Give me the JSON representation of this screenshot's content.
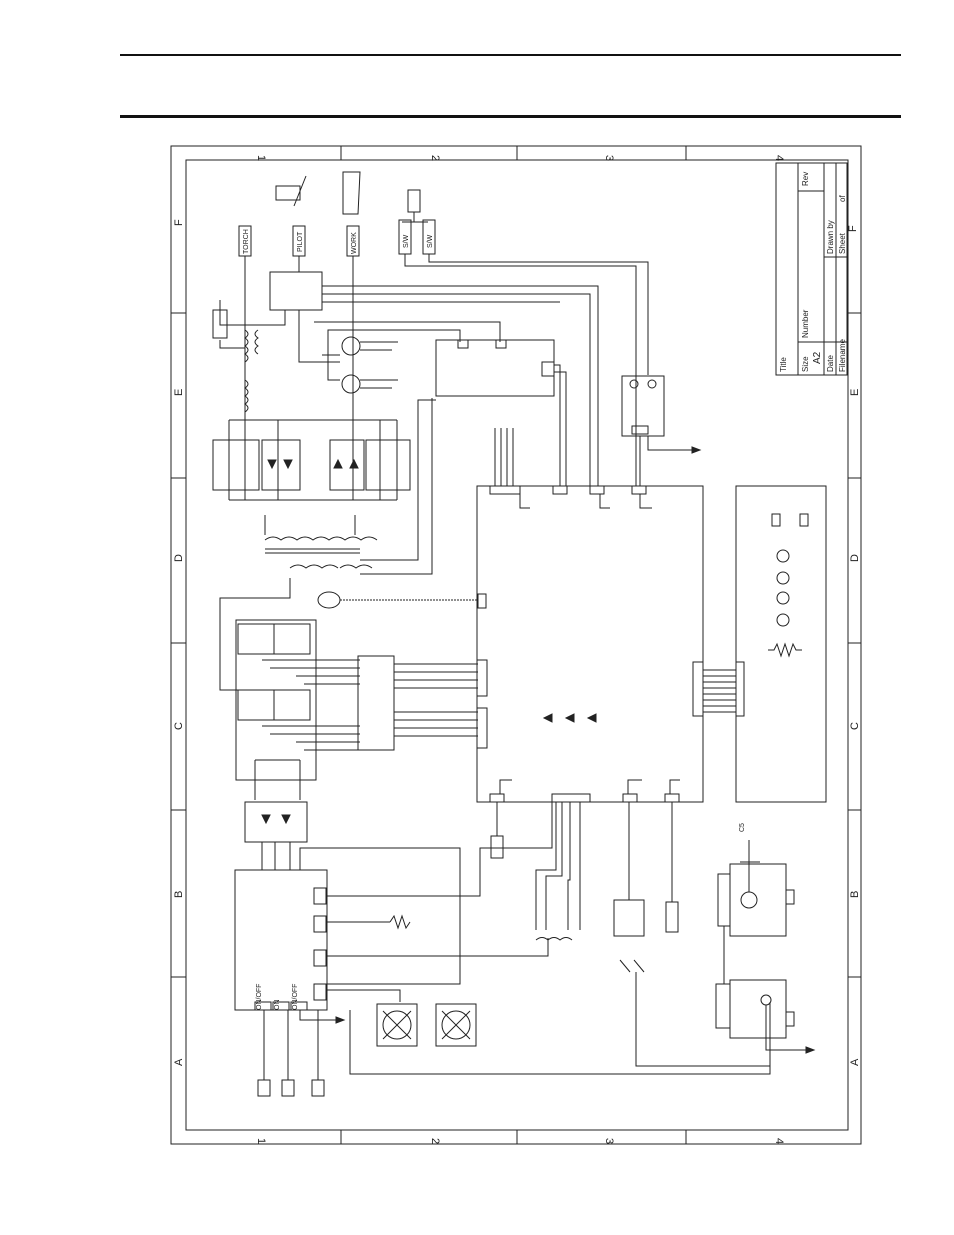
{
  "border": {
    "columns": [
      "1",
      "2",
      "3",
      "4"
    ],
    "rows": [
      "F",
      "E",
      "D",
      "C",
      "B",
      "A"
    ]
  },
  "connectors": {
    "torch": "TORCH",
    "pilot": "PILOT",
    "work": "WORK",
    "sw1": "S/W",
    "sw2": "S/W"
  },
  "title_block": {
    "title": "Title",
    "size": "Size",
    "size_value": "A2",
    "number": "Number",
    "rev": "Rev",
    "date": "Date",
    "drawn_by": "Drawn by",
    "filename": "Filename",
    "sheet": "Sheet",
    "of": "of",
    "sheet_letter": "F"
  },
  "components": {
    "cap_label": "C5",
    "psu_labels": [
      "ON/OFF",
      "ON",
      "ON/OFF"
    ]
  }
}
